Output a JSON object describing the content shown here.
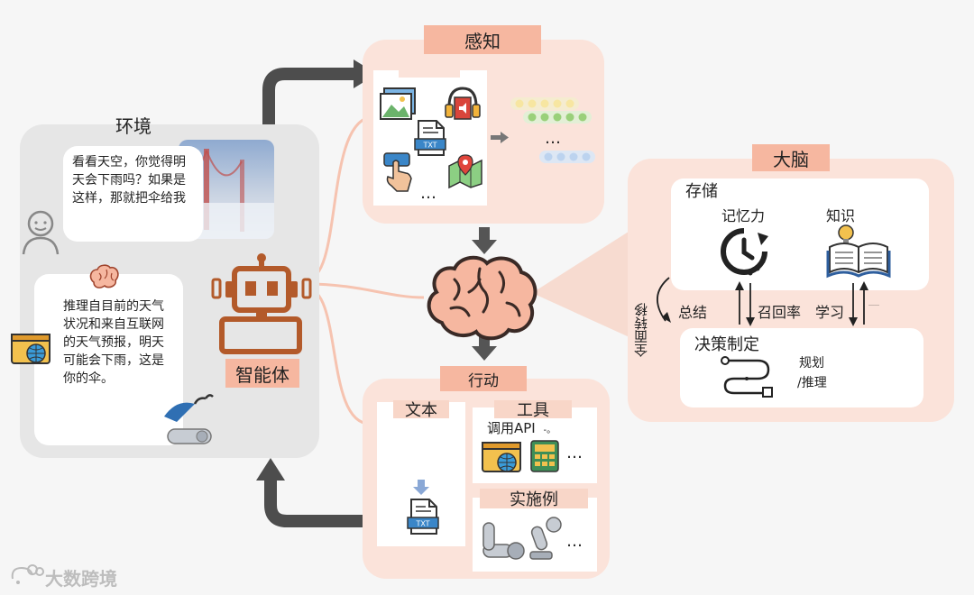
{
  "environment": {
    "title": "环境",
    "question": "看看天空，你觉得明天会下雨吗？如果是这样，那就把伞给我",
    "answer": "推理自目前的天气状况和来自互联网的天气预报，明天可能会下雨，这是你的伞。"
  },
  "agent": {
    "label": "智能体"
  },
  "perception": {
    "title": "感知",
    "ellipsis": "…",
    "ellipsis2": "…"
  },
  "brain": {
    "title": "大脑",
    "storage": "存储",
    "memory": "记忆力",
    "knowledge": "知识",
    "summarize": "总结",
    "recall": "召回率",
    "learn": "学习",
    "tiny_note": "……",
    "transfer": "全面转移",
    "decision": "决策制定",
    "plan": "规划",
    "reason": "/推理"
  },
  "action": {
    "title": "行动",
    "text": "文本",
    "tools": "工具",
    "api": "调用API",
    "api_suffix": "-。",
    "ellipsis_tools": "…",
    "embodied": "实施例",
    "ellipsis_embodied": "…"
  },
  "watermark": "大数跨境",
  "colors": {
    "tag": "#f6b7a0",
    "panel_pink": "#fbe3da",
    "arrow_dark": "#555555",
    "brain_fill": "#f6b7a0",
    "robot": "#b35a2a",
    "dot_yellow": "#f7e6a1",
    "dot_green": "#9ad07a",
    "dot_blue": "#bcd3ef"
  }
}
